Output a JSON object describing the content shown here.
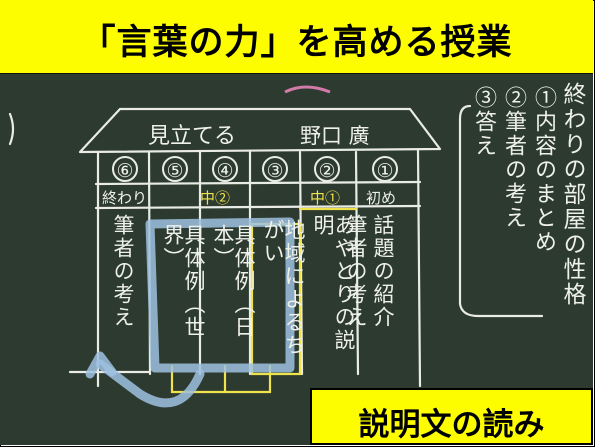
{
  "title": "「言葉の力」を高める授業",
  "caption": "説明文の読み",
  "board": {
    "roof_left": "見立てる",
    "roof_right": "野口 廣",
    "column_numbers": [
      "⑥",
      "⑤",
      "④",
      "③",
      "②",
      "①"
    ],
    "column_headers": [
      "終わり",
      "中②",
      "",
      "",
      "中①",
      "初め"
    ],
    "columns": [
      "筆者の考え",
      "具体例（世界）",
      "具体例（日本）",
      "地域によるちがい",
      "あやとりの説明",
      "筆者の考え",
      "話題の紹介"
    ],
    "side_title": "終わりの部屋の性格",
    "side_items": [
      "①内容のまとめ",
      "②筆者の考え",
      "③答え"
    ]
  }
}
